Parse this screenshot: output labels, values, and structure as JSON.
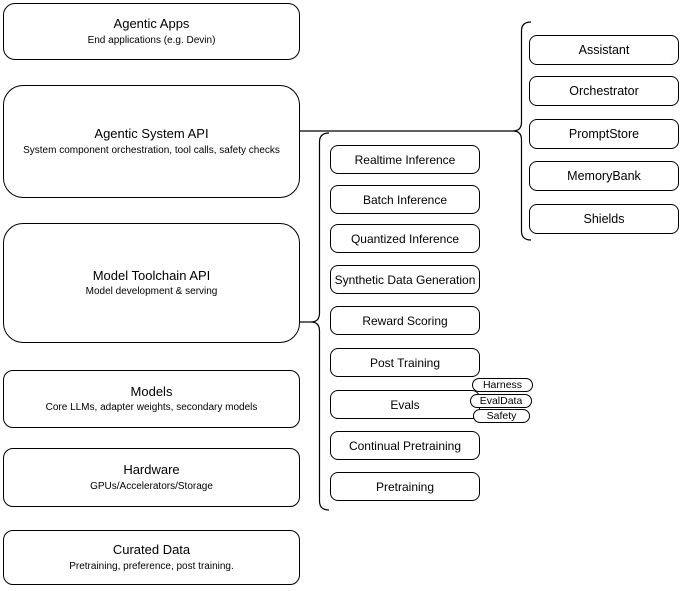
{
  "diagram": {
    "title_hint": "Agentic system stack diagram",
    "colors": {
      "stroke": "#000000",
      "background": "#ffffff",
      "text": "#000000"
    },
    "stack": [
      {
        "title": "Agentic Apps",
        "subtitle": "End applications (e.g. Devin)"
      },
      {
        "title": "Agentic System API",
        "subtitle": "System component orchestration, tool calls, safety checks"
      },
      {
        "title": "Model Toolchain API",
        "subtitle": "Model development & serving"
      },
      {
        "title": "Models",
        "subtitle": "Core LLMs, adapter weights, secondary models"
      },
      {
        "title": "Hardware",
        "subtitle": "GPUs/Accelerators/Storage"
      },
      {
        "title": "Curated Data",
        "subtitle": "Pretraining, preference, post training."
      }
    ],
    "toolchain_items": [
      {
        "label": "Realtime Inference"
      },
      {
        "label": "Batch Inference"
      },
      {
        "label": "Quantized Inference"
      },
      {
        "label": "Synthetic Data Generation"
      },
      {
        "label": "Reward Scoring"
      },
      {
        "label": "Post Training"
      },
      {
        "label": "Evals"
      },
      {
        "label": "Continual Pretraining"
      },
      {
        "label": "Pretraining"
      }
    ],
    "eval_badges": [
      {
        "label": "Harness"
      },
      {
        "label": "EvalData"
      },
      {
        "label": "Safety"
      }
    ],
    "system_components": [
      {
        "label": "Assistant"
      },
      {
        "label": "Orchestrator"
      },
      {
        "label": "PromptStore"
      },
      {
        "label": "MemoryBank"
      },
      {
        "label": "Shields"
      }
    ]
  }
}
